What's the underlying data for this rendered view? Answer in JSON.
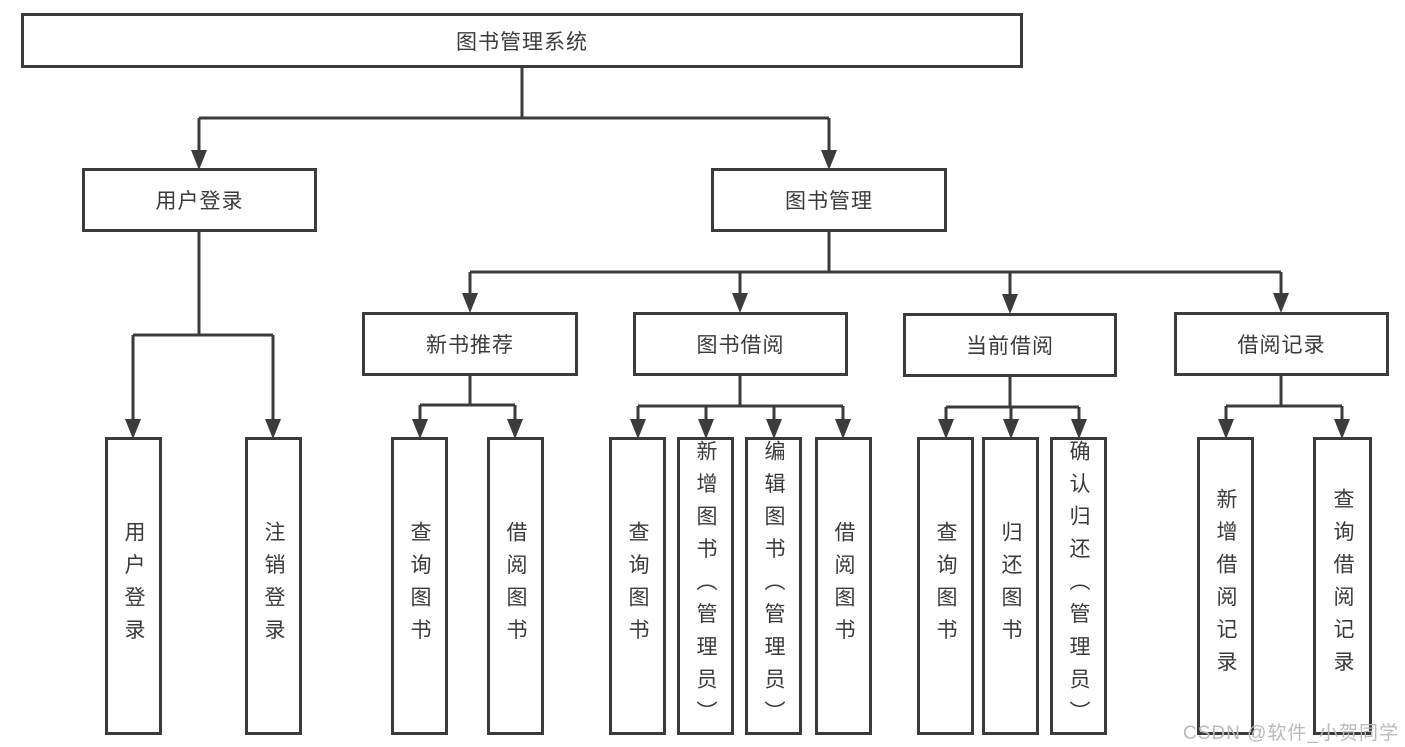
{
  "diagram": {
    "title": "图书管理系统",
    "root": {
      "label": "图书管理系统"
    },
    "level2": [
      {
        "label": "用户登录"
      },
      {
        "label": "图书管理"
      }
    ],
    "level3": [
      {
        "label": "新书推荐"
      },
      {
        "label": "图书借阅"
      },
      {
        "label": "当前借阅"
      },
      {
        "label": "借阅记录"
      }
    ],
    "leaves": [
      {
        "label": "用户登录",
        "parent": "用户登录"
      },
      {
        "label": "注销登录",
        "parent": "用户登录"
      },
      {
        "label": "查询图书",
        "parent": "新书推荐"
      },
      {
        "label": "借阅图书",
        "parent": "新书推荐"
      },
      {
        "label": "查询图书",
        "parent": "图书借阅"
      },
      {
        "label": "新增图书（管理员）",
        "parent": "图书借阅"
      },
      {
        "label": "编辑图书（管理员）",
        "parent": "图书借阅"
      },
      {
        "label": "借阅图书",
        "parent": "图书借阅"
      },
      {
        "label": "查询图书",
        "parent": "当前借阅"
      },
      {
        "label": "归还图书",
        "parent": "当前借阅"
      },
      {
        "label": "确认归还（管理员）",
        "parent": "当前借阅"
      },
      {
        "label": "新增借阅记录",
        "parent": "借阅记录"
      },
      {
        "label": "查询借阅记录",
        "parent": "借阅记录"
      }
    ],
    "watermark": "CSDN @软件_小贺同学",
    "colors": {
      "line": "#3b3b3b",
      "text": "#3a3a3a",
      "background": "#ffffff",
      "watermark": "#b9b9b9"
    }
  }
}
